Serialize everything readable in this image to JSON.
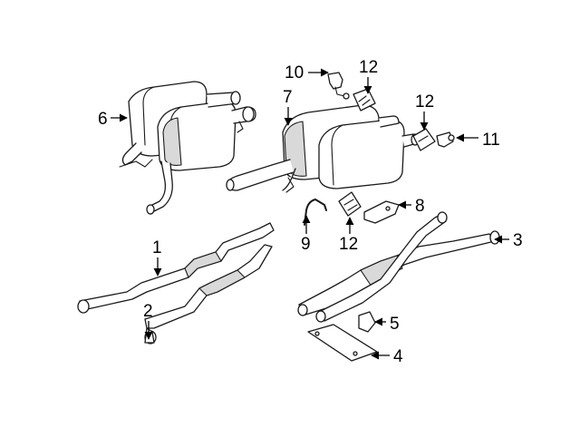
{
  "callouts": {
    "c1": "1",
    "c2": "2",
    "c3": "3",
    "c4": "4",
    "c5": "5",
    "c6": "6",
    "c7": "7",
    "c8": "8",
    "c9": "9",
    "c10": "10",
    "c11": "11",
    "c12a": "12",
    "c12b": "12",
    "c12c": "12"
  }
}
